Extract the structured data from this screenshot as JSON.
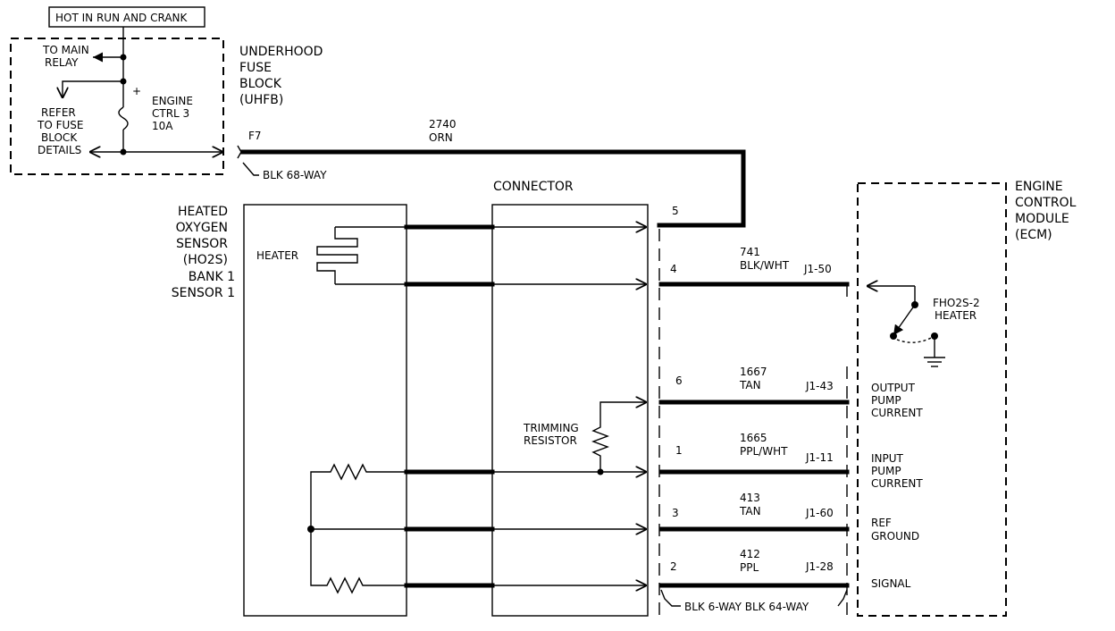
{
  "header_box": "HOT IN RUN AND CRANK",
  "uhfb": {
    "title_lines": [
      "UNDERHOOD",
      "FUSE",
      "BLOCK",
      "(UHFB)"
    ],
    "to_main_relay": [
      "TO MAIN",
      "RELAY"
    ],
    "refer": [
      "REFER",
      "TO FUSE",
      "BLOCK",
      "DETAILS"
    ],
    "fuse_label": [
      "ENGINE",
      "CTRL 3",
      "10A"
    ],
    "plus": "+",
    "terminal": "F7",
    "connector_label": "BLK 68-WAY"
  },
  "main_wire": {
    "circuit": "2740",
    "color": "ORN"
  },
  "sensor": {
    "title_lines": [
      "HEATED",
      "OXYGEN",
      "SENSOR",
      "(HO2S)",
      "BANK 1",
      "SENSOR 1"
    ],
    "heater_label": "HEATER"
  },
  "connector": {
    "title": "CONNECTOR",
    "trimming_lines": [
      "TRIMMING",
      "RESISTOR"
    ]
  },
  "pins": [
    {
      "pin": "5",
      "circuit": "",
      "color": "",
      "ecm_pin": ""
    },
    {
      "pin": "4",
      "circuit": "741",
      "color": "BLK/WHT",
      "ecm_pin": "J1-50"
    },
    {
      "pin": "6",
      "circuit": "1667",
      "color": "TAN",
      "ecm_pin": "J1-43"
    },
    {
      "pin": "1",
      "circuit": "1665",
      "color": "PPL/WHT",
      "ecm_pin": "J1-11"
    },
    {
      "pin": "3",
      "circuit": "413",
      "color": "TAN",
      "ecm_pin": "J1-60"
    },
    {
      "pin": "2",
      "circuit": "412",
      "color": "PPL",
      "ecm_pin": "J1-28"
    }
  ],
  "bottom_connector_label": "BLK 6-WAY BLK 64-WAY",
  "ecm": {
    "title_lines": [
      "ENGINE",
      "CONTROL",
      "MODULE",
      "(ECM)"
    ],
    "switch_label": [
      "FHO2S-2",
      "HEATER"
    ],
    "signals": {
      "output_pump": [
        "OUTPUT",
        "PUMP",
        "CURRENT"
      ],
      "input_pump": [
        "INPUT",
        "PUMP",
        "CURRENT"
      ],
      "ref_ground": [
        "REF",
        "GROUND"
      ],
      "signal": [
        "SIGNAL"
      ]
    }
  }
}
